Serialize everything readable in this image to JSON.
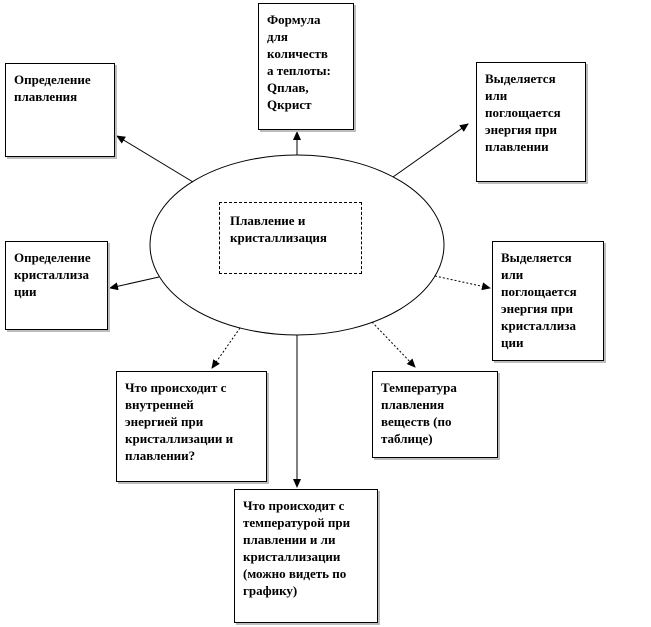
{
  "center_title": "Плавление и\nкристаллизация",
  "boxes": {
    "formula": "Формула\nдля\nколичеств\nа теплоты:\nQплав,\nQкрист",
    "melting_definition": "Определение\nплавления",
    "melting_energy": "Выделяется\nили\nпоглощается\nэнергия при\nплавлении",
    "crystallization_definition": "Определение\nкристаллиза\nции",
    "crystallization_energy": "Выделяется\nили\nпоглощается\nэнергия при\nкристаллиза\nции",
    "internal_energy": "Что происходит с\nвнутренней\nэнергией при\nкристаллизации и\nплавлении?",
    "melting_temperature": "Температура\nплавления\nвеществ (по\nтаблице)",
    "temperature_change": "Что происходит с\nтемпературой при\nплавлении и ли\nкристаллизации\n(можно видеть по\nграфику)"
  }
}
